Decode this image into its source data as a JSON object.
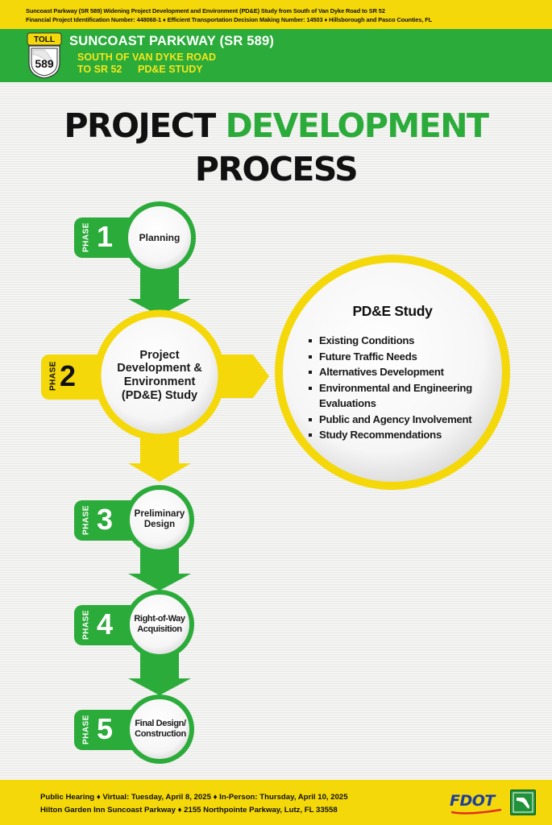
{
  "header": {
    "line1": "Suncoast Parkway (SR 589) Widening Project Development and Environment (PD&E) Study from South of Van Dyke Road to SR 52",
    "line2": "Financial Project Identification Number: 448068-1  ♦  Efficient Transportation Decision Making Number: 14503  ♦  Hillsborough and Pasco Counties, FL"
  },
  "banner": {
    "shield_toll": "TOLL",
    "shield_number": "589",
    "title": "SUNCOAST PARKWAY (SR 589)",
    "sub_line1": "SOUTH OF VAN DYKE ROAD",
    "sub_line2": "TO SR 52",
    "sub_study": "PD&E STUDY"
  },
  "page_title": {
    "word1": "PROJECT",
    "word2": "DEVELOPMENT",
    "line2": "PROCESS"
  },
  "phases": [
    {
      "word": "PHASE",
      "number": "1",
      "label": "Planning"
    },
    {
      "word": "PHASE",
      "number": "2",
      "label": "Project Development & Environment (PD&E) Study"
    },
    {
      "word": "PHASE",
      "number": "3",
      "label": "Preliminary Design"
    },
    {
      "word": "PHASE",
      "number": "4",
      "label": "Right-of-Way Acquisition"
    },
    {
      "word": "PHASE",
      "number": "5",
      "label": "Final Design/ Construction"
    }
  ],
  "study": {
    "title": "PD&E Study",
    "items": [
      "Existing Conditions",
      "Future Traffic Needs",
      "Alternatives Development",
      "Environmental and Engineering Evaluations",
      "Public and Agency Involvement",
      "Study Recommendations"
    ]
  },
  "footer": {
    "line1": "Public Hearing  ♦  Virtual: Tuesday, April 8, 2025  ♦  In-Person: Thursday, April 10, 2025",
    "line2": "Hilton Garden Inn Suncoast Parkway  ♦  2155 Northpointe Parkway, Lutz, FL  33558",
    "logo_text": "FDOT"
  },
  "colors": {
    "green": "#2bab3a",
    "yellow": "#f4d80a",
    "dark": "#111111",
    "fdot_blue": "#1f3f99"
  }
}
